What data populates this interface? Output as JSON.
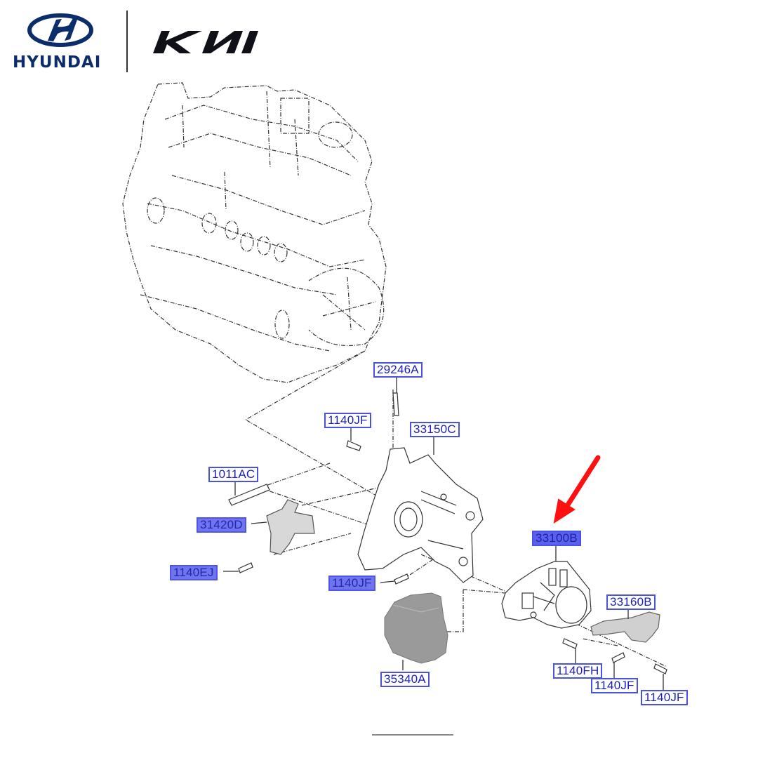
{
  "header": {
    "brands": [
      {
        "name": "Hyundai",
        "wordmark": "HYUNDAI",
        "color": "#0b2d6b"
      },
      {
        "name": "Kia",
        "wordmark": "KIA",
        "color": "#101018"
      }
    ]
  },
  "diagram": {
    "title": "Engine exploded view – high pressure fuel pump assembly",
    "highlight_arrow": {
      "color": "#ff0000",
      "points_to": "33100B"
    },
    "label_colors": {
      "border": "#4a52e0",
      "text": "#1a1fb8",
      "fill_selected": "#6f74f0"
    },
    "callouts": [
      {
        "id": "29246A",
        "text": "29246A",
        "style": "outline"
      },
      {
        "id": "1140JF-top",
        "text": "1140JF",
        "style": "outline"
      },
      {
        "id": "33150C",
        "text": "33150C",
        "style": "outline"
      },
      {
        "id": "1011AC",
        "text": "1011AC",
        "style": "outline"
      },
      {
        "id": "31420D",
        "text": "31420D",
        "style": "filled"
      },
      {
        "id": "1140EJ",
        "text": "1140EJ",
        "style": "filled"
      },
      {
        "id": "1140JF-mid",
        "text": "1140JF",
        "style": "filled"
      },
      {
        "id": "33100B",
        "text": "33100B",
        "style": "selected"
      },
      {
        "id": "33160B",
        "text": "33160B",
        "style": "outline"
      },
      {
        "id": "35340A",
        "text": "35340A",
        "style": "outline"
      },
      {
        "id": "1140FH",
        "text": "1140FH",
        "style": "outline"
      },
      {
        "id": "1140JF-bottom-left",
        "text": "1140JF",
        "style": "outline"
      },
      {
        "id": "1140JF-bottom-right",
        "text": "1140JF",
        "style": "outline"
      }
    ]
  }
}
